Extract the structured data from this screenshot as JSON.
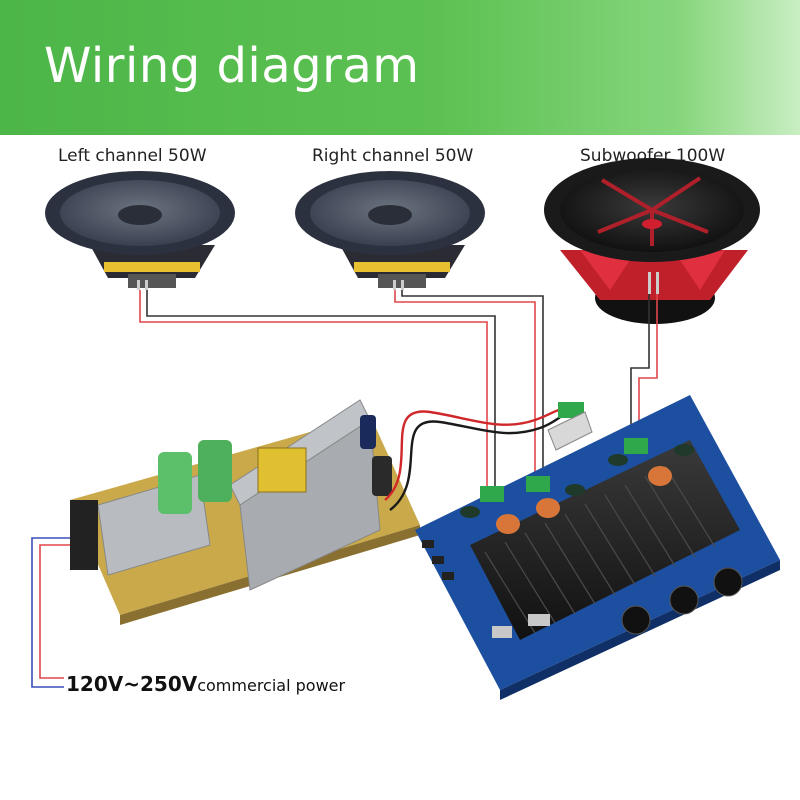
{
  "header": {
    "title": "Wiring diagram"
  },
  "speakers": [
    {
      "label": "Left channel 50W",
      "icon": "woofer-speaker-icon"
    },
    {
      "label": "Right channel 50W",
      "icon": "woofer-speaker-icon"
    },
    {
      "label": "Subwoofer 100W",
      "icon": "subwoofer-speaker-icon"
    }
  ],
  "power": {
    "voltage": "120V~250V",
    "description": "commercial power"
  },
  "colors": {
    "header_green": "#4db648",
    "wire_red": "#e0474c",
    "wire_black": "#333333",
    "wire_blue": "#3a4fb8",
    "amp_board_blue": "#1c4fa0",
    "heatsink": "#2a2a2a",
    "psu_board": "#c9a94a"
  }
}
